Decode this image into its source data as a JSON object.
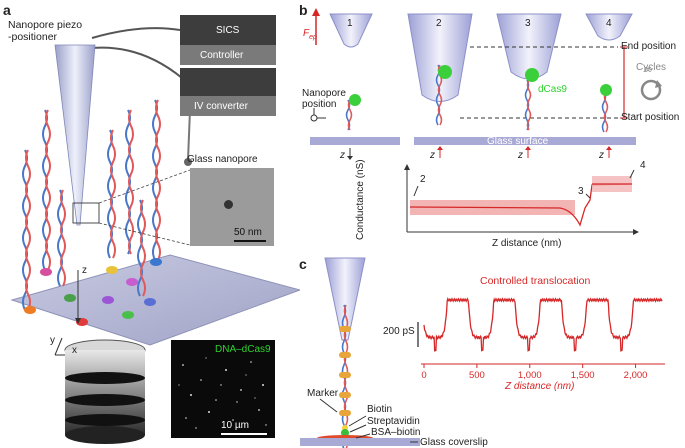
{
  "figure": {
    "panels": [
      "a",
      "b",
      "c"
    ]
  },
  "panel_a": {
    "letter": "a",
    "piezo_label_1": "Nanopore piezo",
    "piezo_label_2": "-positioner",
    "sics_label": "SICS",
    "controller_label": "Controller",
    "iv_label": "IV converter",
    "inset_title": "Glass nanopore",
    "inset_scale": "50 nm",
    "fluor_title": "DNA–dCas9",
    "fluor_scale": "10 µm",
    "axis_z": "z",
    "axis_y": "y",
    "axis_x": "x"
  },
  "panel_b": {
    "letter": "b",
    "force_label": "F",
    "force_sub": "ep",
    "steps": [
      "1",
      "2",
      "3",
      "4"
    ],
    "end_position": "End position",
    "start_position": "Start position",
    "cycles": "Cycles",
    "nanopore_position_1": "Nanopore",
    "nanopore_position_2": "position",
    "dcas9": "dCas9",
    "glass_surface": "Glass surface",
    "z_down": "z",
    "z_up": "z",
    "ylabel": "Conductance (nS)",
    "xlabel": "Z distance (nm)",
    "marker_2": "2",
    "marker_3": "3",
    "marker_4": "4",
    "colors": {
      "trace": "#d62728",
      "bar": "#a9a9d6"
    }
  },
  "panel_c": {
    "letter": "c",
    "title": "Controlled translocation",
    "scale_label": "200 pS",
    "marker": "Marker",
    "biotin": "Biotin",
    "streptavidin": "Streptavidin",
    "bsa_biotin": "BSA–biotin",
    "coverslip": "Glass coverslip"
  },
  "chart_data": {
    "type": "line",
    "title": "Controlled translocation",
    "xlabel": "Z distance (nm)",
    "ylabel": "",
    "x_ticks": [
      0,
      500,
      1000,
      1500,
      2000
    ],
    "x_tick_labels": [
      "0",
      "500",
      "1,000",
      "1,500",
      "2,000"
    ],
    "xlim": [
      0,
      2250
    ],
    "dip_centers": [
      100,
      540,
      980,
      1420,
      1860
    ],
    "scale_bar": "200 pS",
    "color": "#d62728"
  }
}
